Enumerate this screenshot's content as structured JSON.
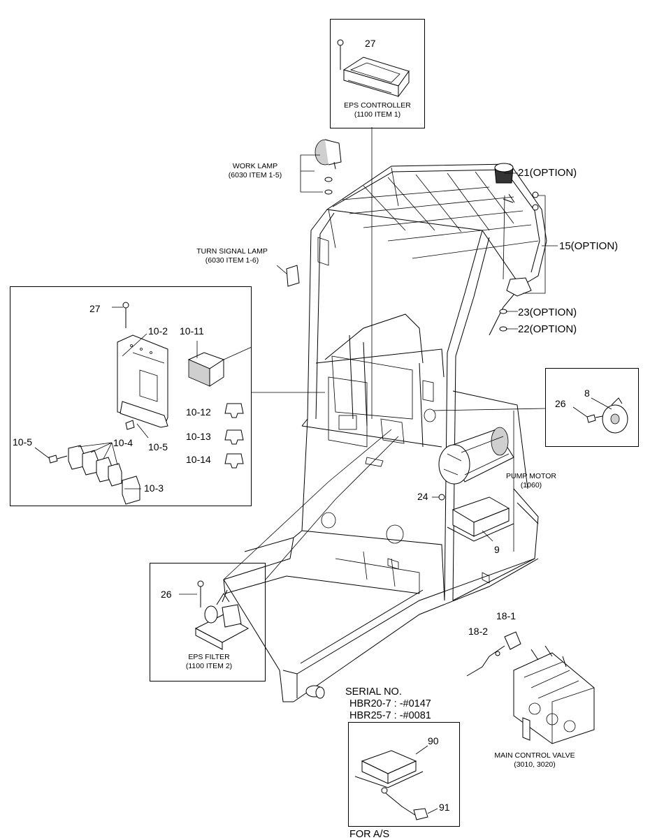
{
  "diagram": {
    "callouts": {
      "eps_controller_screw": "27",
      "option_21": "21(OPTION)",
      "option_15": "15(OPTION)",
      "option_23": "23(OPTION)",
      "option_22": "22(OPTION)",
      "relay_screw": "27",
      "item_10_2": "10-2",
      "item_10_11": "10-11",
      "item_10_12": "10-12",
      "item_10_13": "10-13",
      "item_10_14": "10-14",
      "item_10_5_left": "10-5",
      "item_10_4": "10-4",
      "item_10_5_right": "10-5",
      "item_10_3": "10-3",
      "item_8": "8",
      "horn_screw": "26",
      "item_24": "24",
      "item_9": "9",
      "filter_screw": "26",
      "item_18_1": "18-1",
      "item_18_2": "18-2",
      "item_90": "90",
      "item_91": "91"
    },
    "captions": {
      "eps_controller": [
        "EPS CONTROLLER",
        "(1100 ITEM 1)"
      ],
      "work_lamp": [
        "WORK LAMP",
        "(6030 ITEM 1-5)"
      ],
      "turn_signal_lamp": [
        "TURN SIGNAL LAMP",
        "(6030 ITEM 1-6)"
      ],
      "pump_motor": [
        "PUMP MOTOR",
        "(1060)"
      ],
      "eps_filter": [
        "EPS FILTER",
        "(1100 ITEM 2)"
      ],
      "main_control_valve": [
        "MAIN CONTROL VALVE",
        "(3010, 3020)"
      ]
    },
    "serial": {
      "heading": "SERIAL NO.",
      "line1": "HBR20-7 : -#0147",
      "line2": "HBR25-7 : -#0081"
    },
    "footer": "FOR A/S"
  }
}
